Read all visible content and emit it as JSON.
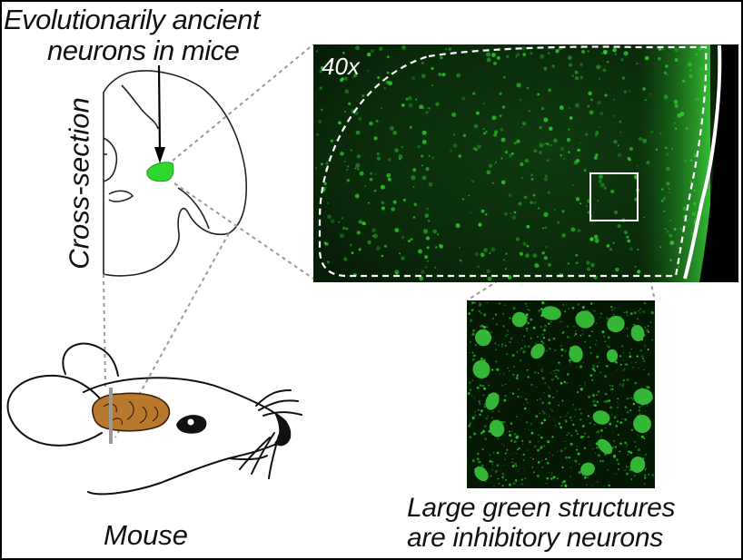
{
  "title": {
    "line1": "Evolutionarily ancient",
    "line2": "neurons in mice"
  },
  "labels": {
    "cross_section": "Cross-section",
    "mouse": "Mouse",
    "magnification": "40x"
  },
  "caption": {
    "line1": "Large green structures",
    "line2": "are inhibitory neurons"
  },
  "colors": {
    "neuron_green": "#2fd82f",
    "brain_tan": "#b8792e",
    "micrograph_bg": "#041a04"
  }
}
